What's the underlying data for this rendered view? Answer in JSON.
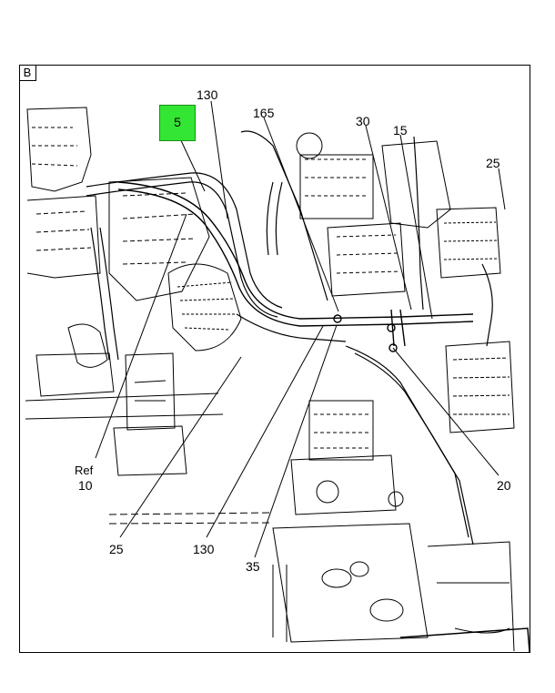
{
  "view_label": "B",
  "highlight": {
    "label": "5",
    "color": "#33e633"
  },
  "callouts": {
    "c130_top": "130",
    "c165": "165",
    "c30": "30",
    "c15": "15",
    "c25_right": "25",
    "ref": "Ref",
    "ref_num": "10",
    "c25_bottom": "25",
    "c130_bottom": "130",
    "c35": "35",
    "c20": "20"
  }
}
